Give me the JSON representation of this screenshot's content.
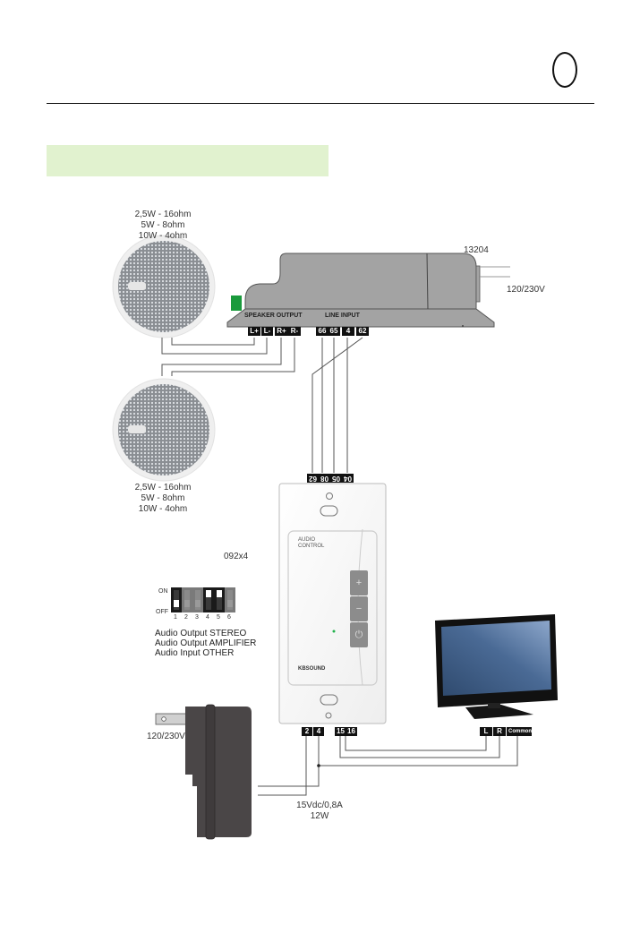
{
  "header": {
    "page_marker_icon": "circle-outline",
    "section_highlight_color": "#e1f2cf"
  },
  "speakers": [
    {
      "id": "speaker-top",
      "specs": [
        "2,5W - 16ohm",
        "5W - 8ohm",
        "10W - 4ohm"
      ]
    },
    {
      "id": "speaker-bottom",
      "specs": [
        "2,5W - 16ohm",
        "5W - 8ohm",
        "10W - 4ohm"
      ]
    }
  ],
  "amplifier": {
    "model": "13204",
    "mains_label": "120/230V",
    "speaker_output_label": "SPEAKER OUTPUT",
    "line_input_label": "LINE INPUT",
    "speaker_terminals": [
      "L+",
      "L-",
      "R+",
      "R-"
    ],
    "line_terminals": [
      "66",
      "65",
      "4",
      "62"
    ],
    "connector_color": "#1a9a3c",
    "body_color": "#a3a3a3"
  },
  "wall_panel": {
    "top_terminals": [
      "62",
      "08",
      "05",
      "04"
    ],
    "title_line1": "AUDIO",
    "title_line2": "CONTROL",
    "brand": "KBSOUND",
    "buttons": [
      {
        "name": "volume-up",
        "glyph": "+"
      },
      {
        "name": "volume-down",
        "glyph": "−"
      },
      {
        "name": "power",
        "glyph": "⏻"
      }
    ],
    "led_color": "#22b14c",
    "bottom_terminals_power": [
      "2",
      "4"
    ],
    "bottom_terminals_audio": [
      "15",
      "16"
    ]
  },
  "dip_switch": {
    "model": "092x4",
    "on_label": "ON",
    "off_label": "OFF",
    "switches": [
      {
        "number": "1",
        "state": "off",
        "active": true
      },
      {
        "number": "2",
        "state": "off",
        "active": false
      },
      {
        "number": "3",
        "state": "off",
        "active": false
      },
      {
        "number": "4",
        "state": "on",
        "active": true
      },
      {
        "number": "5",
        "state": "on",
        "active": true
      },
      {
        "number": "6",
        "state": "off",
        "active": false
      }
    ],
    "notes": [
      "Audio Output STEREO",
      "Audio Output AMPLIFIER",
      "Audio Input OTHER"
    ]
  },
  "tv": {
    "terminals": [
      "L",
      "R",
      "Common"
    ]
  },
  "power_adapter": {
    "mains_label": "120/230V",
    "output_line1": "15Vdc/0,8A",
    "output_line2": "12W"
  }
}
